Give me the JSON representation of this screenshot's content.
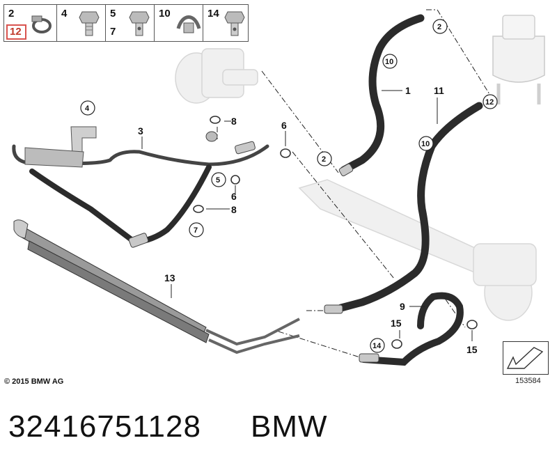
{
  "legend": {
    "items": [
      {
        "nums": [
          "2",
          "12"
        ],
        "icon": "hose-clamp-icon"
      },
      {
        "nums": [
          "4"
        ],
        "icon": "hex-bolt-icon"
      },
      {
        "nums": [
          "5",
          "7"
        ],
        "icon": "banjo-bolt-icon"
      },
      {
        "nums": [
          "10"
        ],
        "icon": "hose-bracket-icon"
      },
      {
        "nums": [
          "14"
        ],
        "icon": "hollow-bolt-icon"
      }
    ],
    "highlighted": "12"
  },
  "callouts": {
    "c1": "1",
    "c2a": "2",
    "c2b": "2",
    "c3": "3",
    "c4": "4",
    "c5": "5",
    "c6a": "6",
    "c6b": "6",
    "c7": "7",
    "c8a": "8",
    "c8b": "8",
    "c9": "9",
    "c10a": "10",
    "c10b": "10",
    "c11": "11",
    "c12": "12",
    "c13": "13",
    "c14": "14",
    "c15a": "15",
    "c15b": "15"
  },
  "footer": {
    "copyright": "© 2015 BMW AG",
    "diagram_id": "153584",
    "orientation_icon": "vehicle-front-arrow-icon"
  },
  "caption": {
    "part_number": "32416751128",
    "brand": "BMW"
  },
  "colors": {
    "hose": "#2b2b2b",
    "pipe": "#777777",
    "ghost": "#dddddd",
    "highlight": "#d9534f"
  }
}
